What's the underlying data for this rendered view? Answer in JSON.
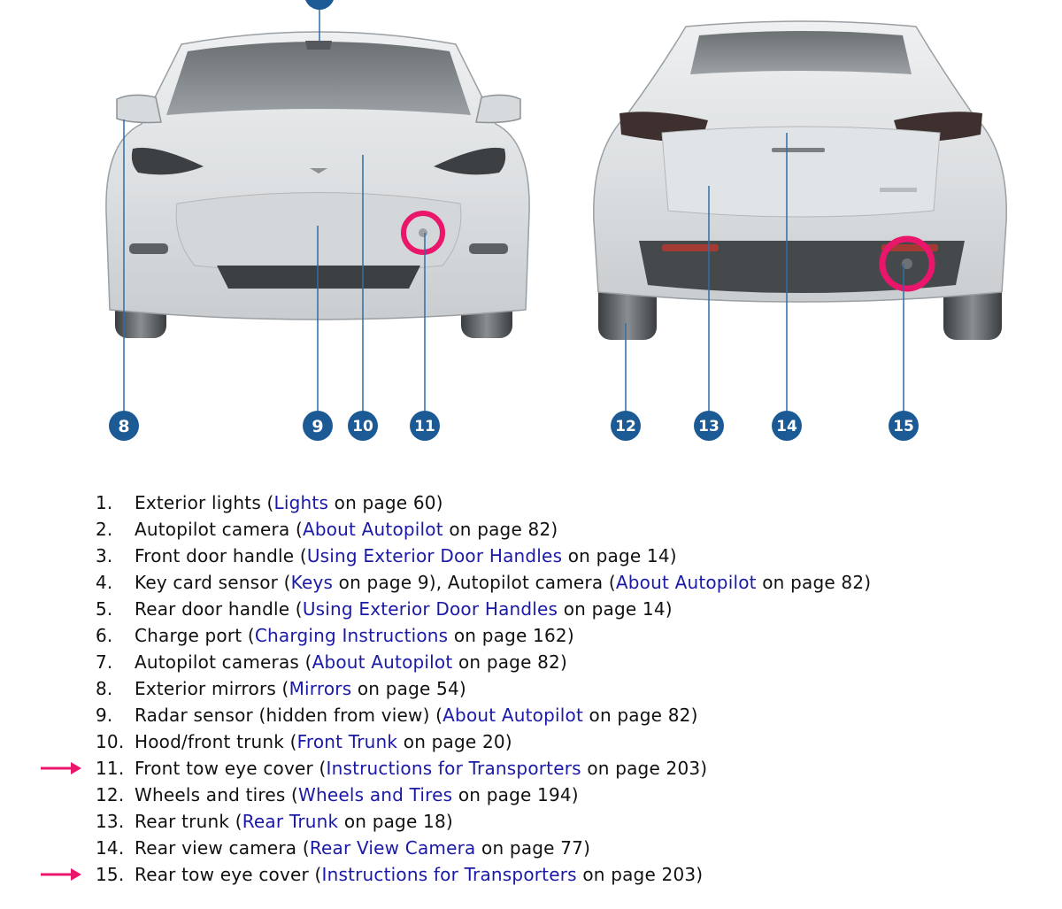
{
  "figure": {
    "callouts": [
      "8",
      "9",
      "10",
      "11",
      "12",
      "13",
      "14",
      "15"
    ],
    "colors": {
      "callout_fill": "#1b5a94",
      "highlight_ring": "#e9166b",
      "arrow": "#e9166b",
      "link": "#1a1aa6"
    }
  },
  "legend": [
    {
      "num": "1.",
      "pre": "Exterior lights (",
      "link": "Lights",
      "post": " on page 60)"
    },
    {
      "num": "2.",
      "pre": "Autopilot camera (",
      "link": "About Autopilot",
      "post": " on page 82)"
    },
    {
      "num": "3.",
      "pre": "Front door handle (",
      "link": "Using Exterior Door Handles",
      "post": " on page 14)"
    },
    {
      "num": "4.",
      "pre": "Key card sensor (",
      "link": "Keys",
      "mid": " on page 9), Autopilot camera (",
      "link2": "About Autopilot",
      "post": " on page 82)"
    },
    {
      "num": "5.",
      "pre": "Rear door handle (",
      "link": "Using Exterior Door Handles",
      "post": " on page 14)"
    },
    {
      "num": "6.",
      "pre": "Charge port (",
      "link": "Charging Instructions",
      "post": " on page 162)"
    },
    {
      "num": "7.",
      "pre": "Autopilot cameras (",
      "link": "About Autopilot",
      "post": " on page 82)"
    },
    {
      "num": "8.",
      "pre": "Exterior mirrors (",
      "link": "Mirrors",
      "post": " on page 54)"
    },
    {
      "num": "9.",
      "pre": "Radar sensor (hidden from view) (",
      "link": "About Autopilot",
      "post": " on page 82)"
    },
    {
      "num": "10.",
      "pre": "Hood/front trunk (",
      "link": "Front Trunk",
      "post": " on page 20)"
    },
    {
      "num": "11.",
      "pre": "Front tow eye cover (",
      "link": "Instructions for Transporters",
      "post": " on page 203)",
      "arrow": true
    },
    {
      "num": "12.",
      "pre": "Wheels and tires (",
      "link": "Wheels and Tires",
      "post": " on page 194)"
    },
    {
      "num": "13.",
      "pre": "Rear trunk (",
      "link": "Rear Trunk",
      "post": " on page 18)"
    },
    {
      "num": "14.",
      "pre": "Rear view camera (",
      "link": "Rear View Camera",
      "post": " on page 77)"
    },
    {
      "num": "15.",
      "pre": "Rear tow eye cover (",
      "link": "Instructions for Transporters",
      "post": " on page 203)",
      "arrow": true
    }
  ]
}
